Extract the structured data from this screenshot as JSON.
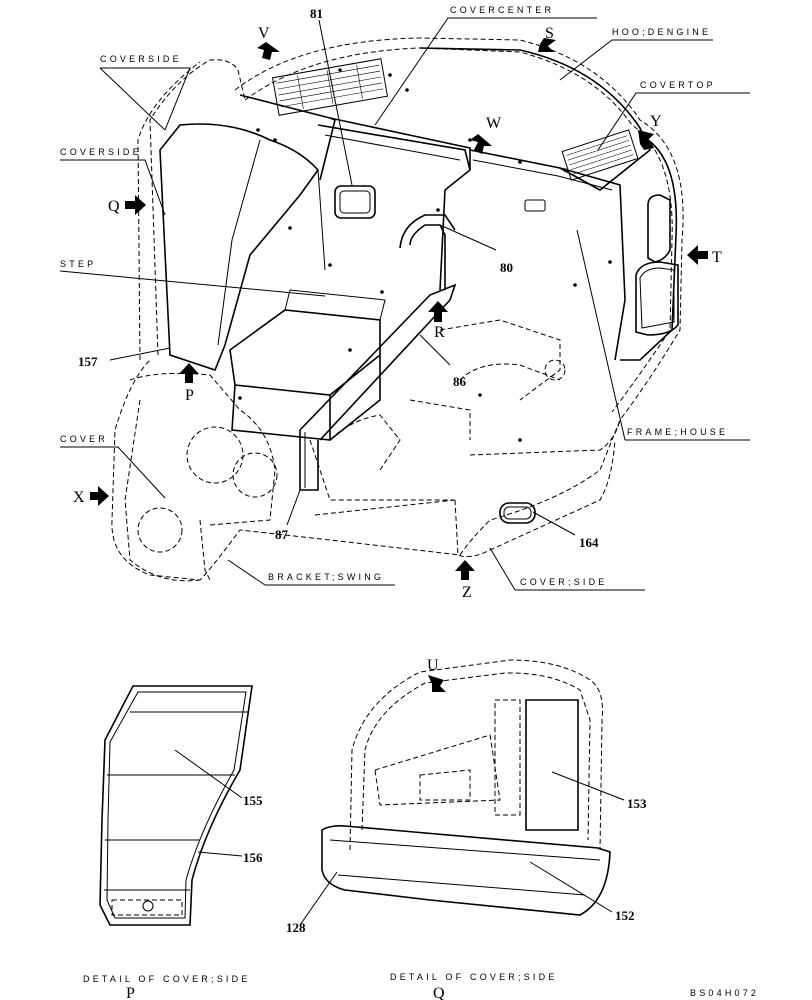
{
  "callouts": {
    "coversideTop": "COVERSIDE",
    "coversideMid": "COVERSIDE",
    "coverCenter": "COVERCENTER",
    "hoodEngine": "HOO;DENGINE",
    "coverTop": "COVERTOP",
    "step": "STEP",
    "cover": "COVER",
    "frameHouse": "FRAME;HOUSE",
    "bracketSwing": "BRACKET;SWING",
    "coverSide": "COVER;SIDE"
  },
  "part_numbers": {
    "p81": "81",
    "p80": "80",
    "p86": "86",
    "p87": "87",
    "p157": "157",
    "p164": "164",
    "p155": "155",
    "p156": "156",
    "p153": "153",
    "p152": "152",
    "p128": "128"
  },
  "view_letters": {
    "v": "V",
    "s": "S",
    "w": "W",
    "y": "Y",
    "q": "Q",
    "t": "T",
    "r": "R",
    "p": "P",
    "x": "X",
    "z": "Z",
    "u": "U"
  },
  "details": {
    "p_caption": "DETAIL OF COVER;SIDE",
    "p_letter": "P",
    "q_caption": "DETAIL OF COVER;SIDE",
    "q_letter": "Q"
  },
  "drawing_code": "BS04H072"
}
